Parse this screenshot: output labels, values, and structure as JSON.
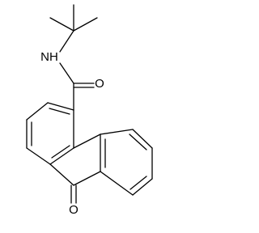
{
  "atom_labels": {
    "amide_nitrogen": "NH",
    "amide_oxygen": "O",
    "ketone_oxygen": "O"
  },
  "colors": {
    "bond": "#000000",
    "background": "#ffffff"
  }
}
